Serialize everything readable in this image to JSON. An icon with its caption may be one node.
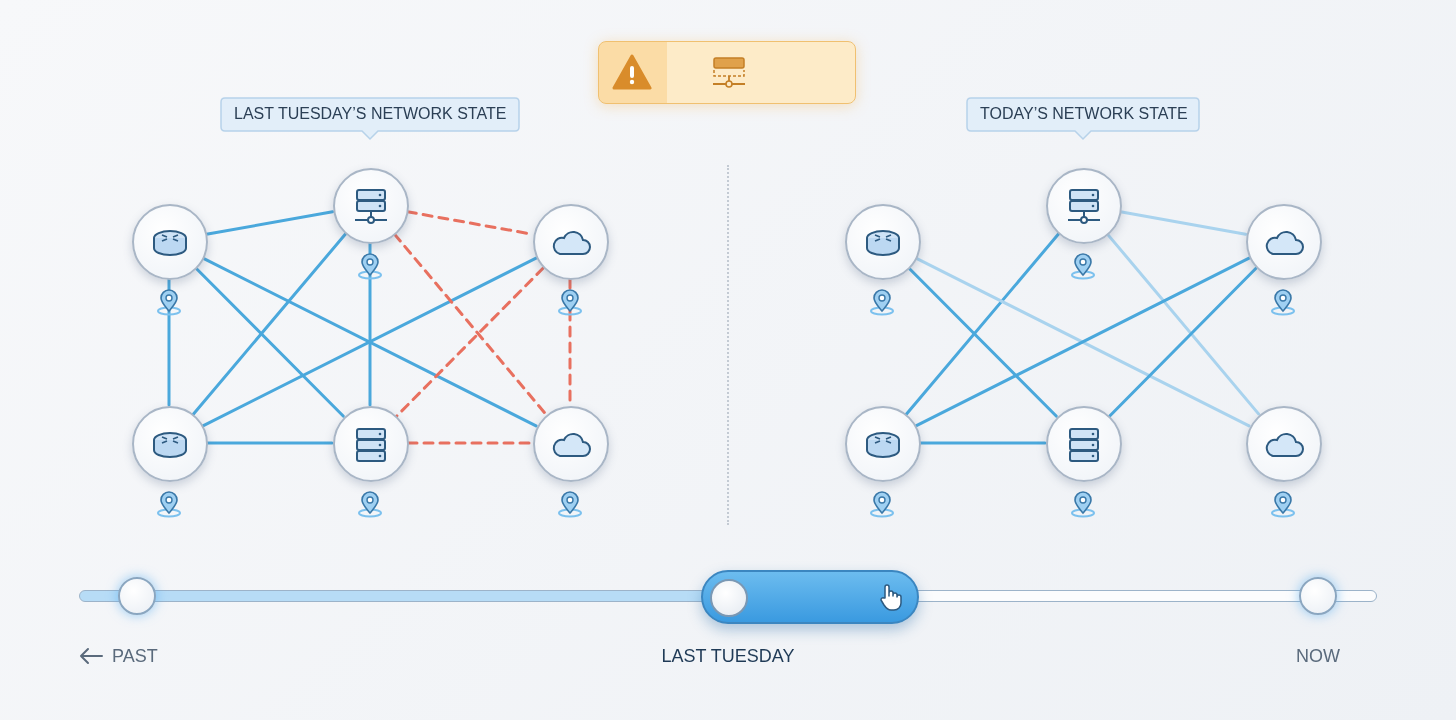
{
  "diagram": {
    "nodes": [
      {
        "text": [],
        "shape": "circle"
      },
      {
        "text": [],
        "shape": "circle"
      },
      {
        "text": [],
        "shape": "circle"
      },
      {
        "text": [],
        "shape": "circle"
      },
      {
        "text": [],
        "shape": "circle"
      },
      {
        "text": [],
        "shape": "circle"
      },
      {
        "text": [],
        "shape": "circle"
      },
      {
        "text": [],
        "shape": "circle"
      },
      {
        "text": [],
        "shape": "circle"
      },
      {
        "text": [],
        "shape": "circle"
      },
      {
        "text": [],
        "shape": "circle"
      },
      {
        "text": [],
        "shape": "circle"
      }
    ],
    "edges": [
      {
        "from": 0,
        "to": 1,
        "arrow": "none"
      },
      {
        "from": 0,
        "to": 4,
        "arrow": "none"
      },
      {
        "from": 0,
        "to": 5,
        "arrow": "none"
      },
      {
        "from": 0,
        "to": 3,
        "arrow": "none"
      },
      {
        "from": 1,
        "to": 3,
        "arrow": "none"
      },
      {
        "from": 1,
        "to": 4,
        "arrow": "none"
      },
      {
        "from": 3,
        "to": 2,
        "arrow": "none"
      },
      {
        "from": 3,
        "to": 4,
        "arrow": "none"
      },
      {
        "from": 1,
        "to": 2,
        "arrow": "none",
        "style": "dashed",
        "color": "#e8705f"
      },
      {
        "from": 1,
        "to": 5,
        "arrow": "none",
        "style": "dashed",
        "color": "#e8705f"
      },
      {
        "from": 2,
        "to": 4,
        "arrow": "none",
        "style": "dashed",
        "color": "#e8705f"
      },
      {
        "from": 2,
        "to": 5,
        "arrow": "none",
        "style": "dashed",
        "color": "#e8705f"
      },
      {
        "from": 4,
        "to": 5,
        "arrow": "none",
        "style": "dashed",
        "color": "#e8705f"
      },
      {
        "from": 7,
        "to": 8,
        "arrow": "none",
        "color": "#a9d3ee"
      },
      {
        "from": 7,
        "to": 9,
        "arrow": "none"
      },
      {
        "from": 7,
        "to": 11,
        "arrow": "none",
        "color": "#a9d3ee"
      },
      {
        "from": 6,
        "to": 10,
        "arrow": "none"
      },
      {
        "from": 6,
        "to": 11,
        "arrow": "none",
        "color": "#a9d3ee"
      },
      {
        "from": 8,
        "to": 9,
        "arrow": "none"
      },
      {
        "from": 8,
        "to": 10,
        "arrow": "none"
      },
      {
        "from": 9,
        "to": 10,
        "arrow": "none"
      }
    ],
    "labels": [
      "LAST TUESDAY’S NETWORK STATE",
      "TODAY’S NETWORK STATE",
      "PAST",
      "LAST TUESDAY",
      "NOW"
    ]
  }
}
